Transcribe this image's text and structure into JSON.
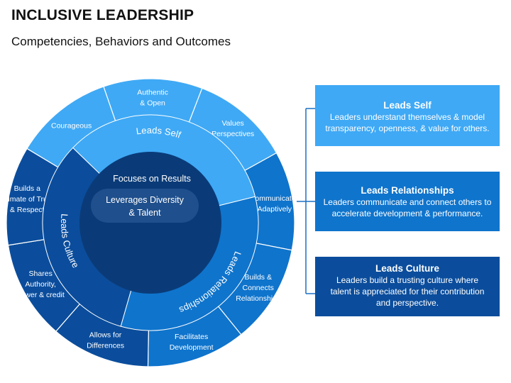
{
  "header": {
    "title": "INCLUSIVE LEADERSHIP",
    "subtitle": "Competencies, Behaviors and Outcomes"
  },
  "colors": {
    "light_blue": "#3fa9f5",
    "medium_blue": "#0f74cc",
    "dark_blue": "#0b4d9c",
    "core": "#0a3b78",
    "core_pill": "#1f4f8c",
    "connector": "#1a6fc4"
  },
  "wheel": {
    "core": {
      "primary": "Focuses on Results",
      "secondary_line1": "Leverages Diversity",
      "secondary_line2": "& Talent"
    },
    "rings": [
      {
        "label": "Leads Self",
        "color": "light_blue"
      },
      {
        "label": "Leads Relationships",
        "color": "medium_blue"
      },
      {
        "label": "Leads Culture",
        "color": "dark_blue"
      }
    ],
    "segments": [
      {
        "lines": [
          "Authentic",
          "& Open"
        ],
        "group": "self"
      },
      {
        "lines": [
          "Values",
          "Perspectives"
        ],
        "group": "self"
      },
      {
        "lines": [
          "Communicates",
          "Adaptively"
        ],
        "group": "relationships"
      },
      {
        "lines": [
          "Builds &",
          "Connects",
          "Relationships"
        ],
        "group": "relationships"
      },
      {
        "lines": [
          "Facilitates",
          "Development"
        ],
        "group": "relationships"
      },
      {
        "lines": [
          "Allows for",
          "Differences"
        ],
        "group": "culture"
      },
      {
        "lines": [
          "Shares",
          "Authority,",
          "power & credit"
        ],
        "group": "culture"
      },
      {
        "lines": [
          "Builds a",
          "Climate of Trust",
          "& Respect"
        ],
        "group": "culture"
      },
      {
        "lines": [
          "Courageous"
        ],
        "group": "self"
      }
    ]
  },
  "legend": [
    {
      "title": "Leads Self",
      "text": "Leaders understand themselves & model transparency, openness, & value for others.",
      "line1": "Leaders understand themselves & model",
      "line2": "transparency, openness, & value for others.",
      "line3": "",
      "color": "light_blue"
    },
    {
      "title": "Leads Relationships",
      "text": "Leaders communicate and connect others to accelerate development & performance.",
      "line1": "Leaders communicate and connect others to",
      "line2": "accelerate development & performance.",
      "line3": "",
      "color": "medium_blue"
    },
    {
      "title": "Leads Culture",
      "text": "Leaders build a trusting culture where talent is appreciated for their contribution and perspective.",
      "line1": "Leaders build a trusting culture where",
      "line2": "talent is appreciated for their contribution",
      "line3": "and perspective.",
      "color": "dark_blue"
    }
  ]
}
